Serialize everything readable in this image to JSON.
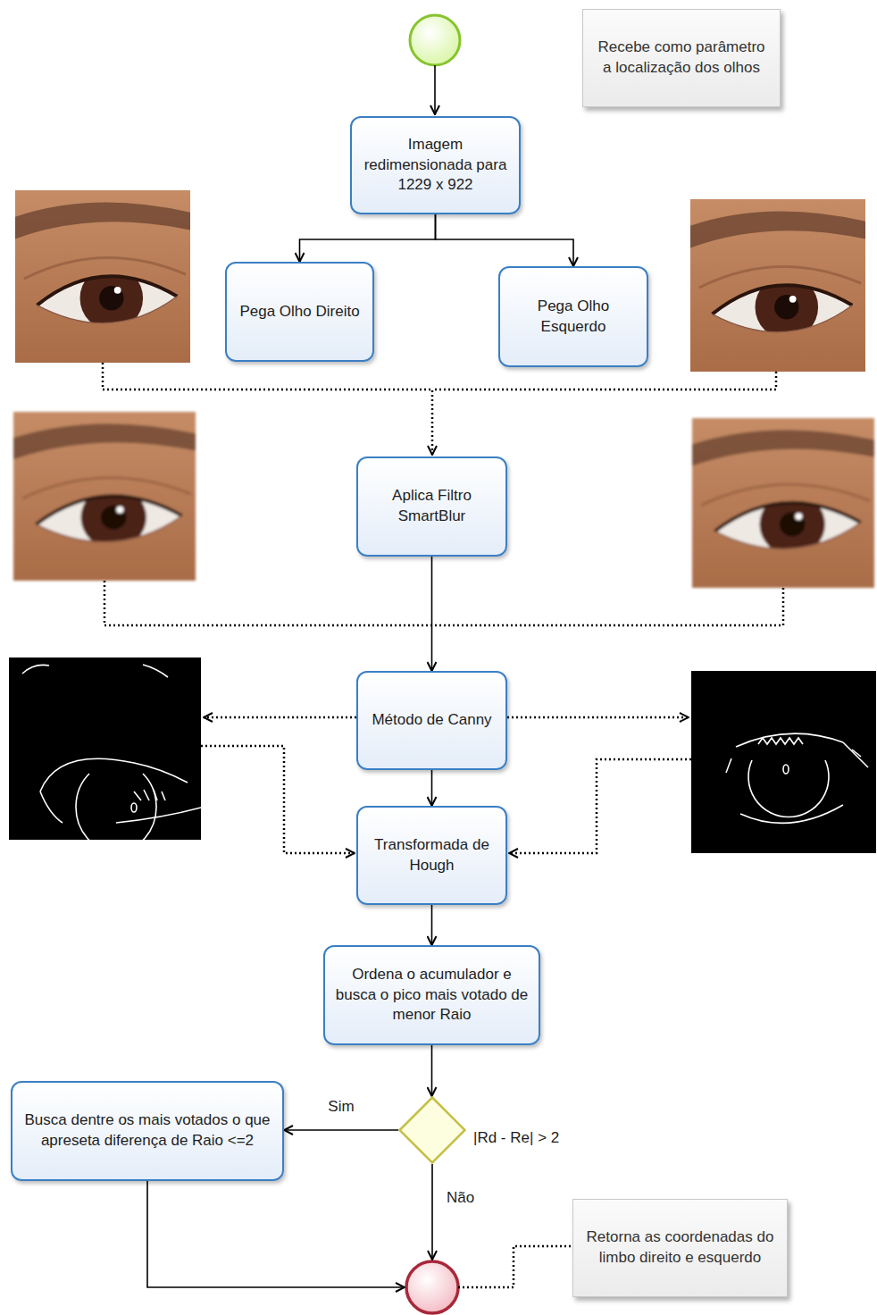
{
  "diagram": {
    "nodes": [
      {
        "text": [
          "Recebe como parâmetro a localização dos olhos"
        ]
      },
      {
        "text": [
          "Imagem redimensionada para 1229 x 922"
        ]
      },
      {
        "text": [
          "Pega Olho Direito"
        ]
      },
      {
        "text": [
          "Pega Olho Esquerdo"
        ]
      },
      {
        "text": [
          "Aplica Filtro SmartBlur"
        ]
      },
      {
        "text": [
          "Método de Canny"
        ]
      },
      {
        "text": [
          "Transformada de Hough"
        ]
      },
      {
        "text": [
          "Ordena o acumulador e busca o pico mais votado de menor Raio"
        ]
      },
      {
        "text": [
          "|Rd - Re| > 2"
        ]
      },
      {
        "text": [
          "Busca dentre os mais votados o que apreseta diferença de Raio <=2"
        ]
      },
      {
        "text": [
          "Retorna as coordenadas do limbo direito e esquerdo"
        ]
      }
    ],
    "edges": [
      {
        "from": 1,
        "to": 2,
        "arrow": "to"
      },
      {
        "from": 1,
        "to": 3,
        "arrow": "to"
      },
      {
        "from": 4,
        "to": 5,
        "arrow": "to"
      },
      {
        "from": 5,
        "to": 6,
        "arrow": "to"
      },
      {
        "from": 6,
        "to": 7,
        "arrow": "to"
      },
      {
        "from": 7,
        "to": 8,
        "arrow": "to"
      },
      {
        "from": 8,
        "to": 9,
        "arrow": "to",
        "label": "Sim"
      }
    ],
    "labels": [
      "Não"
    ]
  }
}
